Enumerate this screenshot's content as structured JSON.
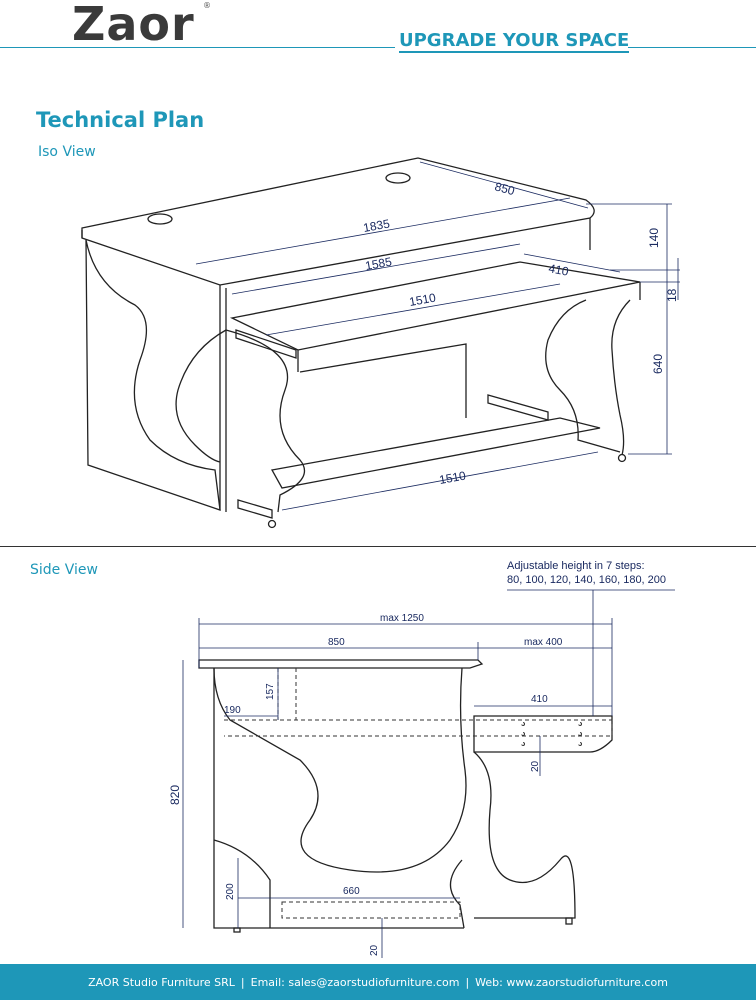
{
  "header": {
    "logo": "Zaor",
    "logo_mark": "®",
    "tagline": "UPGRADE YOUR SPACE"
  },
  "title": "Technical Plan",
  "iso_view": {
    "label": "Iso View",
    "dims": {
      "depth": "850",
      "width": "1835",
      "top_thickness": "140",
      "shelf_length": "1585",
      "shelf_depth": "410",
      "shelf_thickness": "18",
      "keyboard_tray": "1510",
      "height": "640",
      "bottom_shelf": "1510"
    }
  },
  "side_view": {
    "label": "Side View",
    "note_line1": "Adjustable height in 7 steps:",
    "note_line2": "80, 100, 120, 140, 160, 180, 200",
    "dims": {
      "max_depth": "max 1250",
      "depth": "850",
      "max_slide": "max 400",
      "tray_depth": "410",
      "rail_height": "157",
      "rail_offset": "190",
      "tray_step": "20",
      "total_height": "820",
      "foot_height": "200",
      "base_length": "660",
      "base_gap": "20"
    }
  },
  "footer": {
    "company": "ZAOR Studio Furniture SRL",
    "email": "Email: sales@zaorstudiofurniture.com",
    "web": "Web: www.zaorstudiofurniture.com"
  },
  "colors": {
    "accent": "#1e97b8",
    "dimension": "#1a2a60",
    "outline": "#222222"
  }
}
